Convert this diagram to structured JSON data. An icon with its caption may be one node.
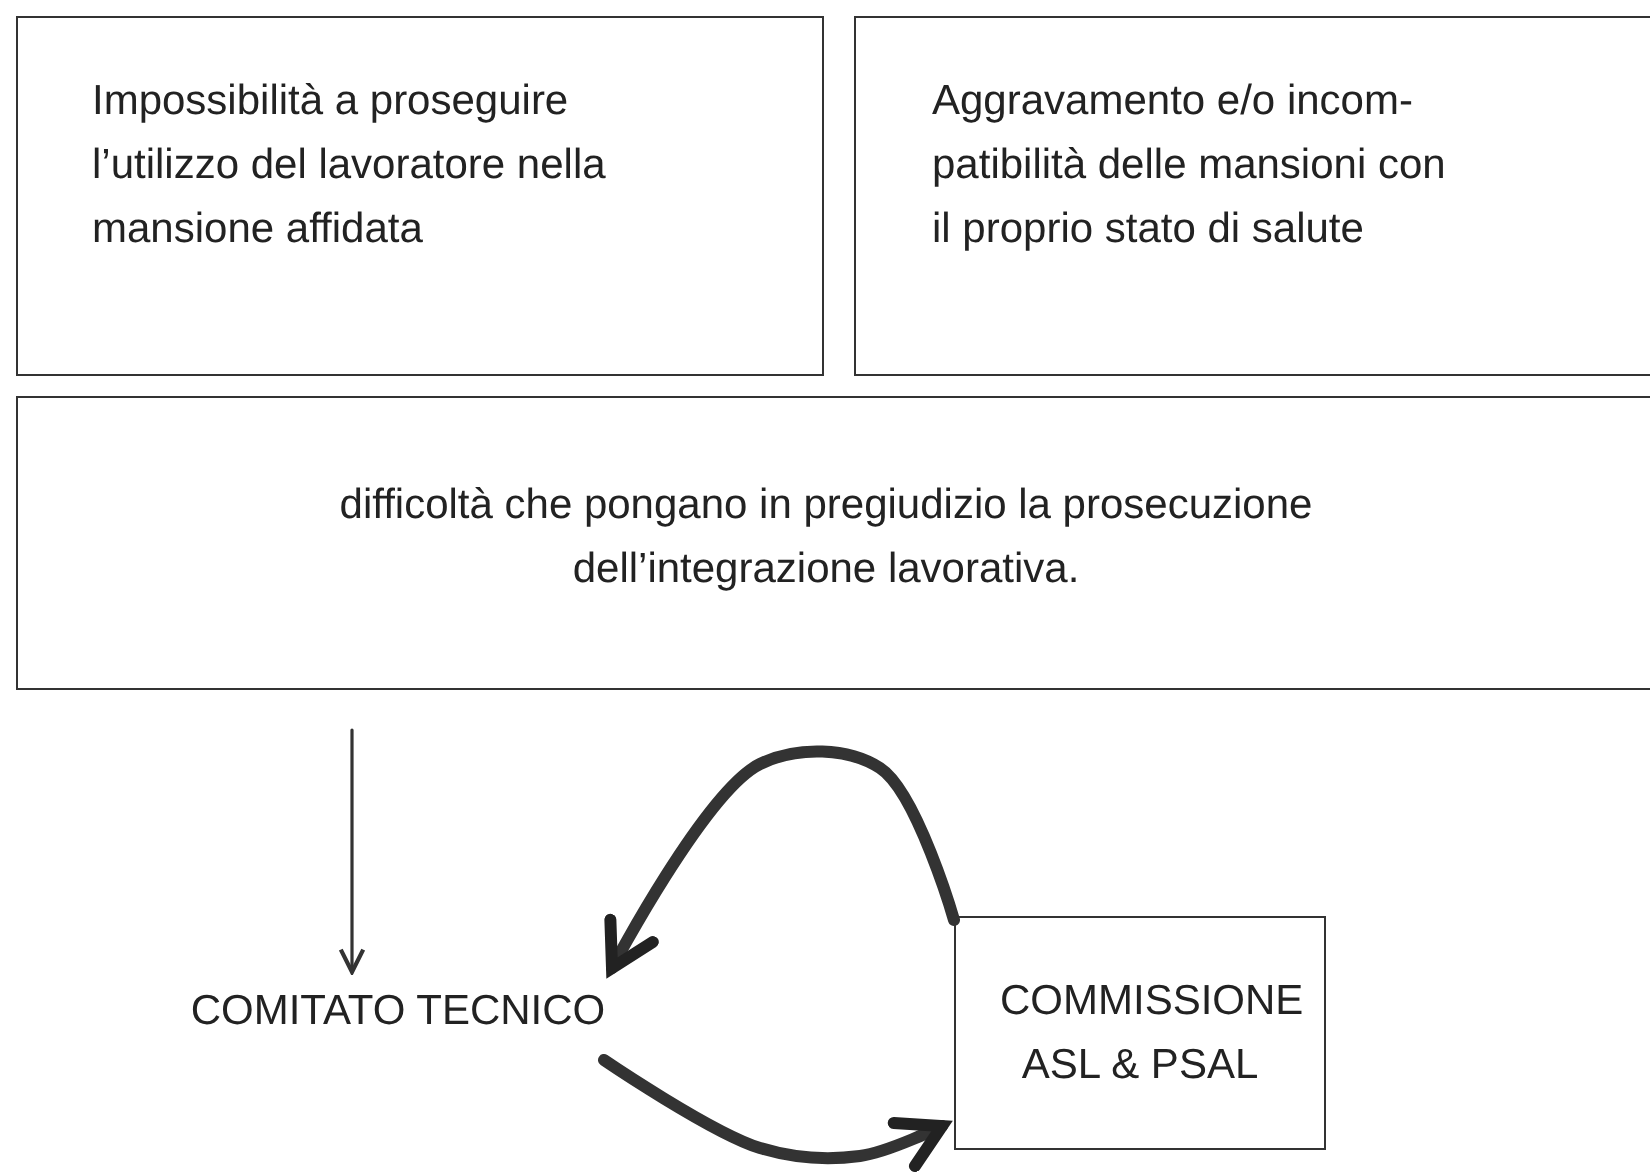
{
  "diagram": {
    "nodes": [
      {
        "text": [
          "Impossibilità a proseguire l’utilizzo del lavoratore nella mansione affidata"
        ]
      },
      {
        "text": [
          "Aggravamento e/o incom-patibilità delle mansioni con il proprio stato di salute"
        ]
      },
      {
        "text": [
          "difficoltà che pongano in pregiudizio la prosecuzione dell’integrazione lavorativa."
        ]
      },
      {
        "text": [
          "COMITATO TECNICO"
        ]
      },
      {
        "text": [
          "COMMISSIONE ASL & PSAL"
        ]
      }
    ],
    "edges": [
      {
        "from": 2,
        "to": 3,
        "arrow": "to"
      },
      {
        "from": 4,
        "to": 3,
        "arrow": "to"
      },
      {
        "from": 3,
        "to": 4,
        "arrow": "to"
      }
    ]
  }
}
